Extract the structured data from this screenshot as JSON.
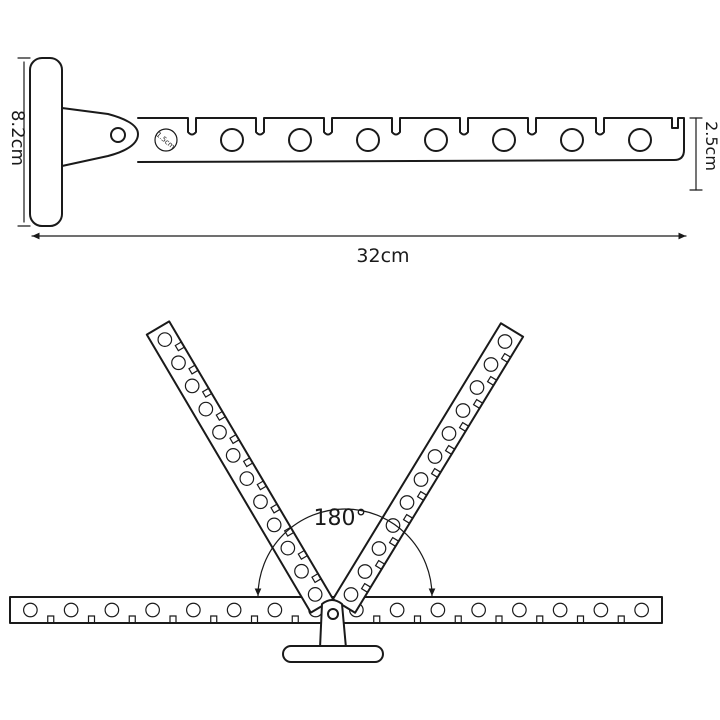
{
  "top_view": {
    "height_label": "8.2cm",
    "length_label": "32cm",
    "width_label": "2.5cm",
    "bracket_marking": "1.5cm"
  },
  "bottom_view": {
    "angle_label": "180°"
  }
}
